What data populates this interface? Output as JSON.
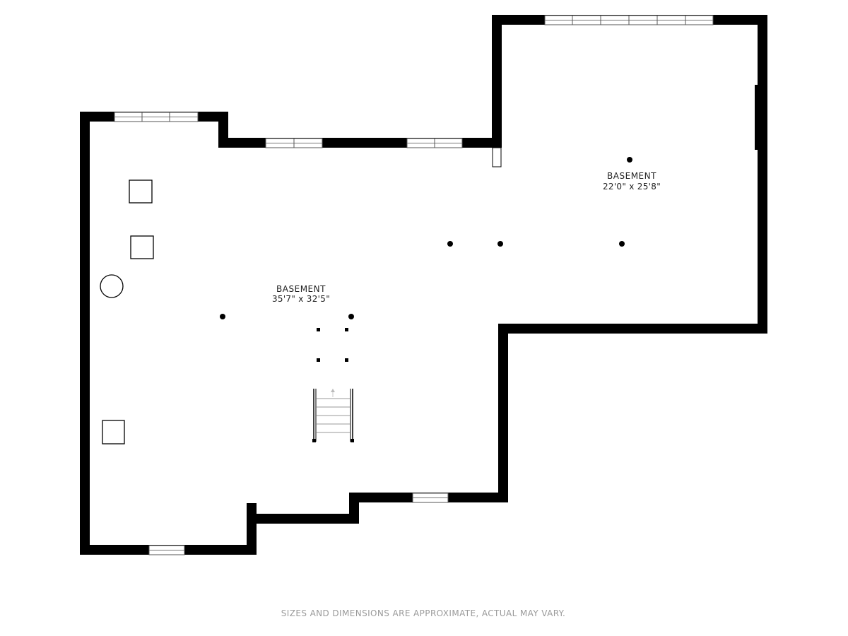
{
  "floorplan": {
    "rooms": [
      {
        "name": "BASEMENT",
        "dimensions": "35'7\" x 32'5\""
      },
      {
        "name": "BASEMENT",
        "dimensions": "22'0\" x 25'8\""
      }
    ],
    "disclaimer": "SIZES AND DIMENSIONS ARE APPROXIMATE, ACTUAL MAY VARY.",
    "colors": {
      "wall": "#000000",
      "window": "#ffffff",
      "background": "#ffffff",
      "disclaimer": "#9a9a9a"
    }
  }
}
